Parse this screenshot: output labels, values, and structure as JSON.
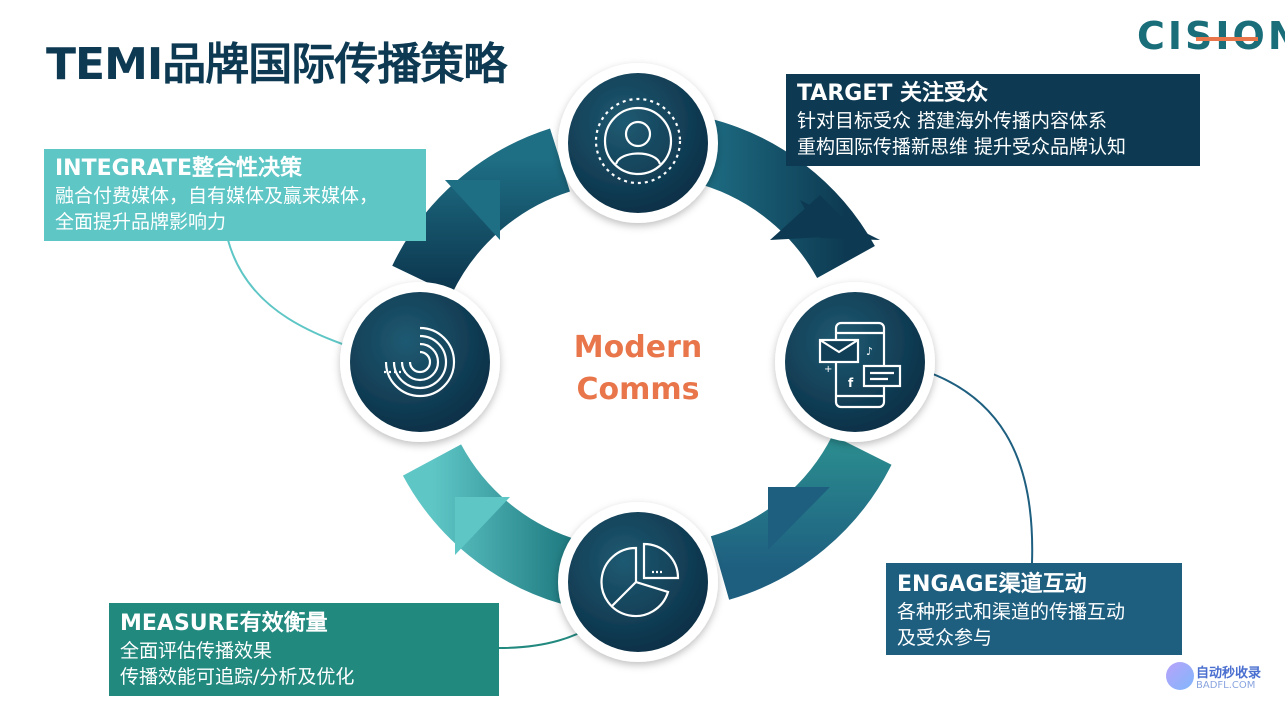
{
  "title": "TEMI品牌国际传播策略",
  "logo": "CISION",
  "center": {
    "line1": "Modern",
    "line2": "Comms"
  },
  "boxes": {
    "target": {
      "head": "TARGET 关注受众",
      "lines": [
        "针对目标受众 搭建海外传播内容体系",
        "重构国际传播新思维 提升受众品牌认知"
      ]
    },
    "integrate": {
      "head": "INTEGRATE整合性决策",
      "lines": [
        "融合付费媒体，自有媒体及赢来媒体，",
        "全面提升品牌影响力"
      ]
    },
    "engage": {
      "head": "ENGAGE渠道互动",
      "lines": [
        "各种形式和渠道的传播互动",
        "及受众参与"
      ]
    },
    "measure": {
      "head": "MEASURE有效衡量",
      "lines": [
        "全面评估传播效果",
        "传播效能可追踪/分析及优化"
      ]
    }
  },
  "watermark": {
    "line1": "自动秒收录",
    "line2": "BADFL.COM"
  },
  "colors": {
    "navy": "#0d3a52",
    "teal": "#5fc6c6",
    "blue": "#1e5f80",
    "green": "#22897f",
    "accent": "#e8764a"
  },
  "icons": {
    "top": "person-target-icon",
    "right": "mobile-chat-icon",
    "bottom": "pie-chart-icon",
    "left": "concentric-arcs-icon"
  }
}
